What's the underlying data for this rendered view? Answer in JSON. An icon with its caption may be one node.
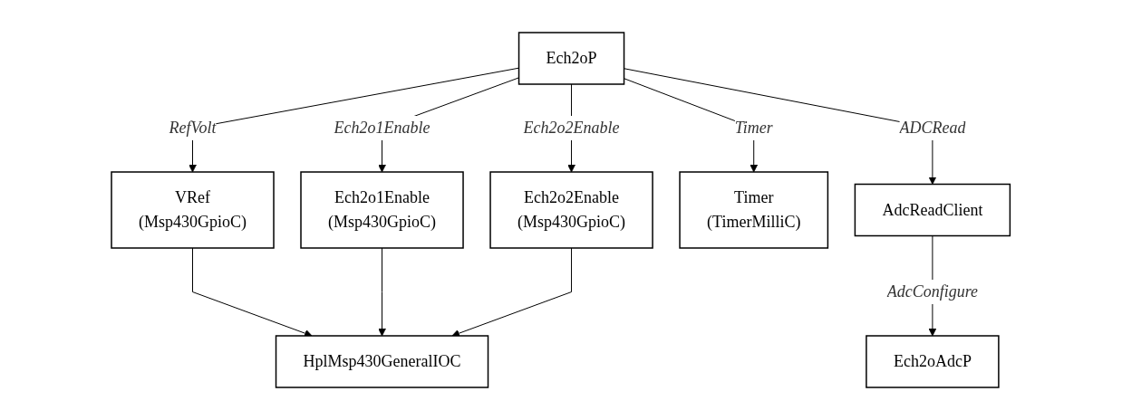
{
  "diagram": {
    "nodes": [
      {
        "text": [
          "Ech2oP"
        ]
      },
      {
        "text": [
          "VRef",
          "(Msp430GpioC)"
        ]
      },
      {
        "text": [
          "Ech2o1Enable",
          "(Msp430GpioC)"
        ]
      },
      {
        "text": [
          "Ech2o2Enable",
          "(Msp430GpioC)"
        ]
      },
      {
        "text": [
          "Timer",
          "(TimerMilliC)"
        ]
      },
      {
        "text": [
          "AdcReadClient"
        ]
      },
      {
        "text": [
          "HplMsp430GeneralIOC"
        ]
      },
      {
        "text": [
          "Ech2oAdcP"
        ]
      }
    ],
    "edges": [
      {
        "from": 0,
        "to": 1,
        "arrow": "to",
        "label": "RefVolt"
      },
      {
        "from": 0,
        "to": 2,
        "arrow": "to",
        "label": "Ech2o1Enable"
      },
      {
        "from": 0,
        "to": 3,
        "arrow": "to",
        "label": "Ech2o2Enable"
      },
      {
        "from": 0,
        "to": 4,
        "arrow": "to",
        "label": "Timer"
      },
      {
        "from": 0,
        "to": 5,
        "arrow": "to",
        "label": "ADCRead"
      },
      {
        "from": 1,
        "to": 6,
        "arrow": "to"
      },
      {
        "from": 2,
        "to": 6,
        "arrow": "to"
      },
      {
        "from": 3,
        "to": 6,
        "arrow": "to"
      },
      {
        "from": 5,
        "to": 7,
        "arrow": "to",
        "label": "AdcConfigure"
      }
    ]
  }
}
